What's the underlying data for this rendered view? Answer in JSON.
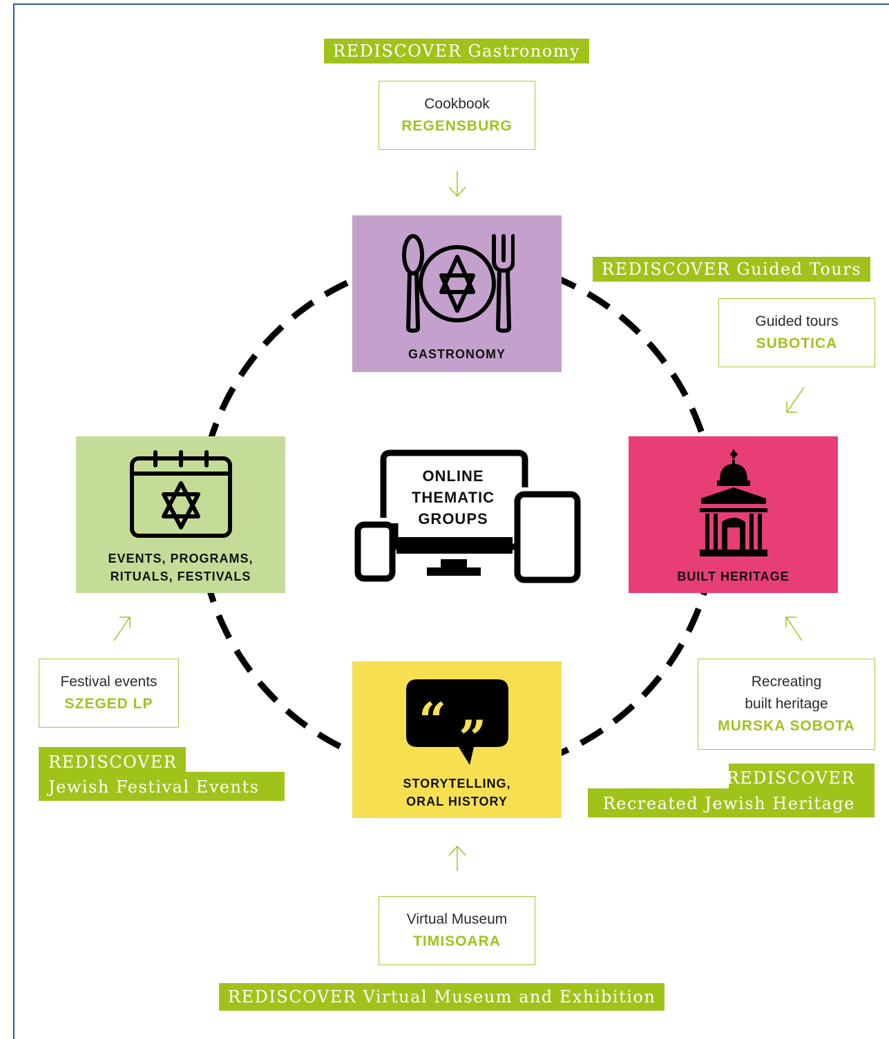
{
  "colors": {
    "accent_green": "#9fc31b",
    "gastronomy_tile": "#c4a1cc",
    "events_tile": "#c5dc98",
    "heritage_tile": "#e73e76",
    "storytelling_tile": "#f6e052",
    "dashes": "#000000",
    "frame_border": "#2f5d9e"
  },
  "hub": {
    "label_lines": [
      "ONLINE",
      "THEMATIC",
      "GROUPS"
    ],
    "icon": "devices-icon"
  },
  "themes": {
    "gastronomy": {
      "label": "GASTRONOMY",
      "icon": "plate-star-icon"
    },
    "events": {
      "label_lines": [
        "EVENTS, PROGRAMS,",
        "RITUALS, FESTIVALS"
      ],
      "icon": "calendar-star-icon"
    },
    "heritage": {
      "label": "BUILT HERITAGE",
      "icon": "synagogue-icon"
    },
    "storytelling": {
      "label_lines": [
        "STORYTELLING,",
        "ORAL HISTORY"
      ],
      "icon": "speech-quote-icon"
    }
  },
  "pilots": {
    "gastronomy": {
      "banner": "REDISCOVER Gastronomy",
      "description": "Cookbook",
      "city": "REGENSBURG",
      "arrow": "arrow-down-icon"
    },
    "guided_tours": {
      "banner": "REDISCOVER Guided Tours",
      "description": "Guided tours",
      "city": "SUBOTICA",
      "arrow": "arrow-down-left-icon"
    },
    "festival": {
      "banner_lines": [
        "REDISCOVER",
        "Jewish Festival Events"
      ],
      "description": "Festival events",
      "city": "SZEGED LP",
      "arrow": "arrow-up-right-icon"
    },
    "recreated": {
      "banner_lines": [
        "REDISCOVER",
        "Recreated Jewish Heritage"
      ],
      "description_lines": [
        "Recreating",
        "built heritage"
      ],
      "city": "MURSKA SOBOTA",
      "arrow": "arrow-up-left-icon"
    },
    "museum": {
      "banner": "REDISCOVER Virtual Museum and Exhibition",
      "description": "Virtual Museum",
      "city": "TIMISOARA",
      "arrow": "arrow-up-icon"
    }
  }
}
